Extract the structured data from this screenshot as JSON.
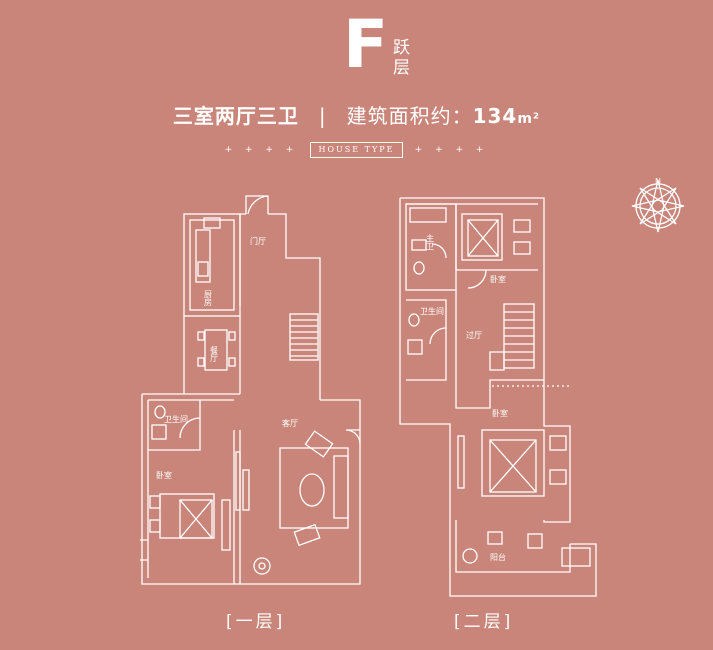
{
  "title": {
    "letter": "F",
    "type_char_1": "跃",
    "type_char_2": "层",
    "layout": "三室两厅三卫",
    "separator": "|",
    "area_label": "建筑面积约：",
    "area_value": "134",
    "area_unit": "m²"
  },
  "house_type_tag": "HOUSE TYPE",
  "house_type_plus": "+ + + +",
  "floors": [
    {
      "label": "[一层]",
      "rooms": {
        "entrance": "门厅",
        "kitchen": "厨房",
        "dining": "餐厅",
        "bathroom": "卫生间",
        "bedroom": "卧室",
        "living": "客厅"
      }
    },
    {
      "label": "[二层]",
      "rooms": {
        "master_bath": "主卫",
        "bedroom_top": "卧室",
        "bathroom": "卫生间",
        "hallway": "过厅",
        "master_bedroom": "卧室",
        "balcony": "阳台"
      }
    }
  ],
  "compass": {
    "north": "N"
  },
  "colors": {
    "background": "#c98579",
    "line": "#ffffff"
  }
}
